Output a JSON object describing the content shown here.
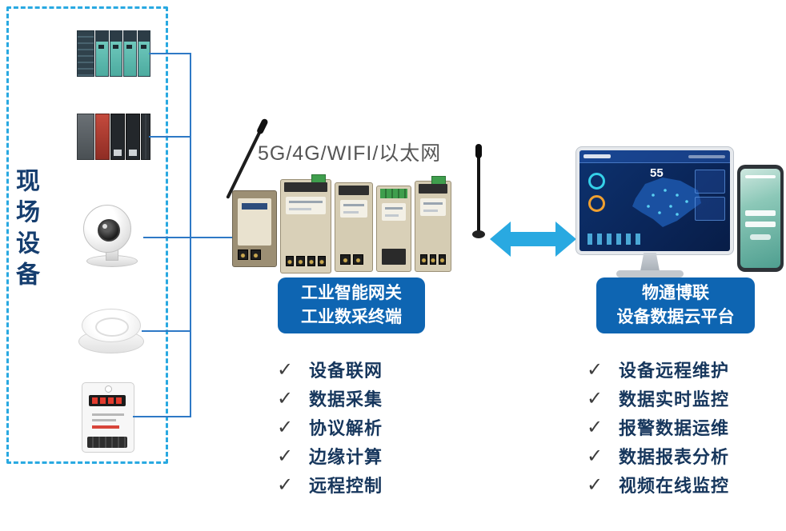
{
  "field": {
    "label": "现场设备"
  },
  "network": {
    "label": "5G/4G/WIFI/以太网"
  },
  "gateway": {
    "title_line1": "工业智能网关",
    "title_line2": "工业数采终端",
    "features": [
      "设备联网",
      "数据采集",
      "协议解析",
      "边缘计算",
      "远程控制"
    ]
  },
  "cloud": {
    "title_line1": "物通博联",
    "title_line2": "设备数据云平台",
    "features": [
      "设备远程维护",
      "数据实时监控",
      "报警数据运维",
      "数据报表分析",
      "视频在线监控"
    ]
  },
  "monitor": {
    "screen_value": "55"
  },
  "ui": {
    "check": "✓"
  },
  "colors": {
    "accent_cyan": "#29a9e1",
    "line_blue": "#2e79c6",
    "tag_blue": "#0e65b2",
    "navy_text": "#16365c"
  }
}
